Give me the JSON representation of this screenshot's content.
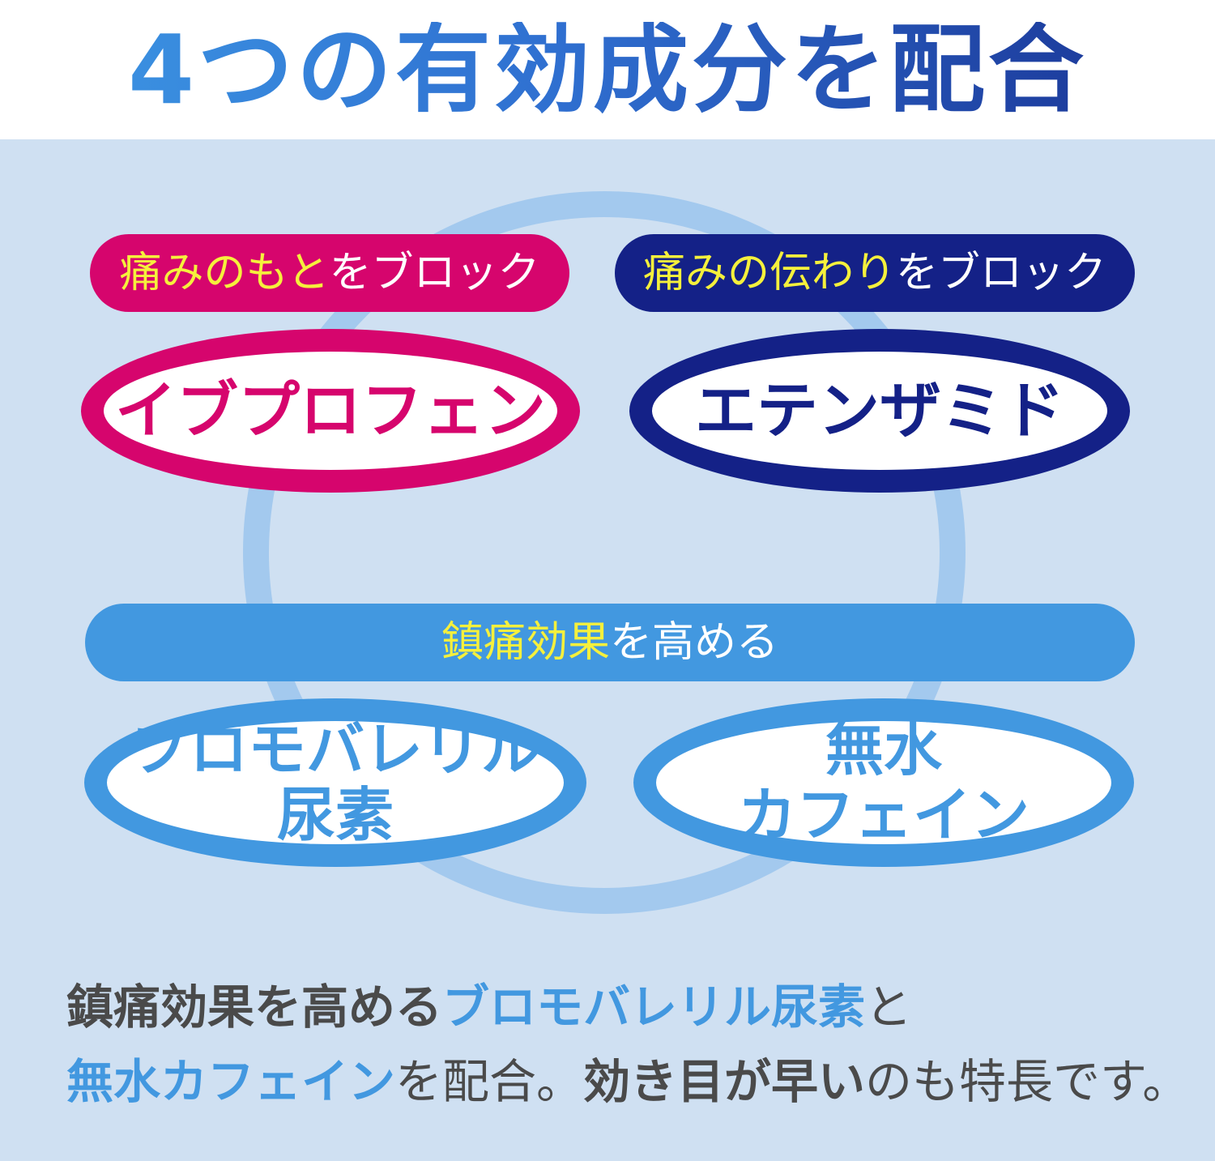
{
  "title": "4つの有効成分を配合",
  "colors": {
    "magenta": "#d6056d",
    "navy": "#142187",
    "light_blue": "#4298e0",
    "ring": "#a3c9ee",
    "panel_bg": "#cfe0f2",
    "highlight_yellow": "#f5f03c",
    "text_gray": "#4a4a4a"
  },
  "labels": {
    "left_top": {
      "highlight": "痛みのもと",
      "rest": "をブロック"
    },
    "right_top": {
      "highlight": "痛みの伝わり",
      "rest": "をブロック"
    },
    "middle": {
      "highlight": "鎮痛効果",
      "rest": "を高める"
    }
  },
  "ingredients": {
    "ibuprofen": "イブプロフェン",
    "ethenzamide": "エテンザミド",
    "bromovalerylurea": [
      "ブロモバレリル",
      "尿素"
    ],
    "caffeine": [
      "無水",
      "カフェイン"
    ]
  },
  "description": {
    "line1": {
      "a": "鎮痛効果を高める",
      "b": "ブロモバレリル尿素",
      "c": "と"
    },
    "line2": {
      "a": "無水カフェイン",
      "b": "を配合。",
      "c": "効き目が早い",
      "d": "のも特長です。"
    }
  }
}
